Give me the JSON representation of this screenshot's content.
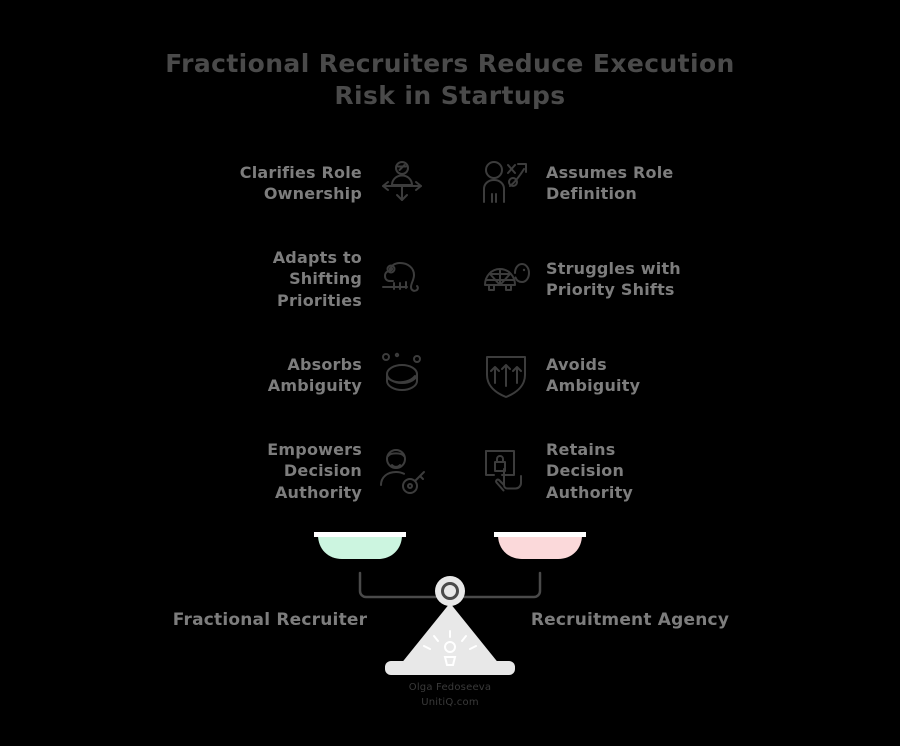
{
  "title": {
    "line1": "Fractional Recruiters Reduce Execution",
    "line2": "Risk in Startups"
  },
  "colors": {
    "background": "#000000",
    "title_text": "#4a4a4a",
    "label_text": "#7d7d7d",
    "icon_stroke": "#3c3c3c",
    "pan_left_fill": "#ccf5e0",
    "pan_right_fill": "#fbd9da",
    "scale_body": "#e8e8e8",
    "scale_arm": "#4a4a4a",
    "attribution_text": "#3a3a3a"
  },
  "left_column": {
    "items": [
      {
        "label": "Clarifies Role\nOwnership",
        "icon": "person-expand-arrows-icon"
      },
      {
        "label": "Adapts to\nShifting\nPriorities",
        "icon": "chameleon-icon"
      },
      {
        "label": "Absorbs\nAmbiguity",
        "icon": "sponge-absorb-icon"
      },
      {
        "label": "Empowers\nDecision\nAuthority",
        "icon": "person-with-key-icon"
      }
    ]
  },
  "right_column": {
    "items": [
      {
        "label": "Assumes Role\nDefinition",
        "icon": "person-strategy-icon"
      },
      {
        "label": "Struggles with\nPriority Shifts",
        "icon": "turtle-icon"
      },
      {
        "label": "Avoids\nAmbiguity",
        "icon": "shield-arrows-icon"
      },
      {
        "label": "Retains\nDecision\nAuthority",
        "icon": "hand-locked-panel-icon"
      }
    ]
  },
  "scale": {
    "left_pan_label": "Fractional Recruiter",
    "right_pan_label": "Recruitment Agency"
  },
  "attribution": {
    "author": "Olga Fedoseeva",
    "site": "UnitiQ.com"
  }
}
